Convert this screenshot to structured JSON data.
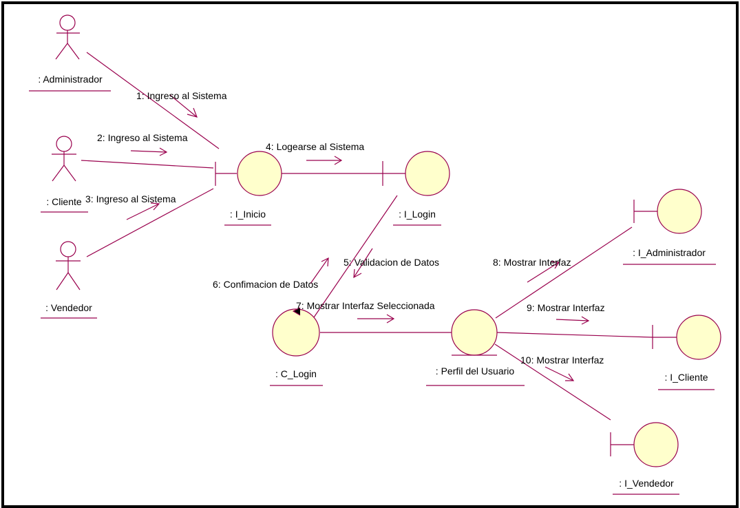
{
  "actors": {
    "administrador": ": Administrador",
    "cliente": ": Cliente",
    "vendedor": ": Vendedor"
  },
  "objects": {
    "i_inicio": ": I_Inicio",
    "i_login": ": I_Login",
    "c_login": ": C_Login",
    "perfil_usuario": ": Perfil del Usuario",
    "i_administrador": ": I_Administrador",
    "i_cliente": ": I_Cliente",
    "i_vendedor": ": I_Vendedor"
  },
  "messages": {
    "m1": "1: Ingreso al Sistema",
    "m2": "2: Ingreso al Sistema",
    "m3": "3: Ingreso al Sistema",
    "m4": "4: Logearse al Sistema",
    "m5": "5: Validacion de Datos",
    "m6": "6: Confimacion de Datos",
    "m7": "7: Mostrar Interfaz Seleccionada",
    "m8": "8: Mostrar Interfaz",
    "m9": "9: Mostrar Interfaz",
    "m10": "10: Mostrar Interfaz"
  },
  "colors": {
    "line": "#99004d",
    "object_fill": "#ffffcc",
    "frame": "#000000",
    "text": "#000000"
  }
}
